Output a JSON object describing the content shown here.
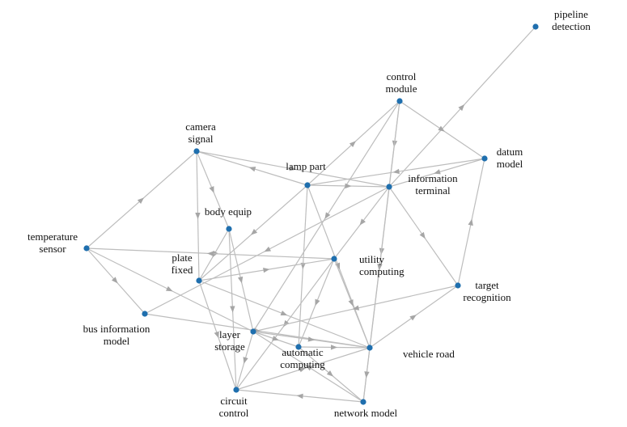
{
  "colors": {
    "node": "#1f6fae",
    "edge": "#bdbdbd",
    "text": "#111111",
    "background": "#ffffff"
  },
  "nodes": [
    {
      "id": "pipeline-detection",
      "label": [
        "pipeline",
        "detection"
      ]
    },
    {
      "id": "control-module",
      "label": [
        "control",
        "module"
      ]
    },
    {
      "id": "camera-signal",
      "label": [
        "camera",
        "signal"
      ]
    },
    {
      "id": "datum-model",
      "label": [
        "datum",
        "model"
      ]
    },
    {
      "id": "lamp-part",
      "label": [
        "lamp part"
      ]
    },
    {
      "id": "information-terminal",
      "label": [
        "information",
        "terminal"
      ]
    },
    {
      "id": "body-equip",
      "label": [
        "body equip"
      ]
    },
    {
      "id": "temperature-sensor",
      "label": [
        "temperature",
        "sensor"
      ]
    },
    {
      "id": "utility-computing",
      "label": [
        "utility",
        "computing"
      ]
    },
    {
      "id": "plate-fixed",
      "label": [
        "plate",
        "fixed"
      ]
    },
    {
      "id": "target-recognition",
      "label": [
        "target",
        "recognition"
      ]
    },
    {
      "id": "bus-information-model",
      "label": [
        "bus information",
        "model"
      ]
    },
    {
      "id": "layer-storage",
      "label": [
        "layer",
        "storage"
      ]
    },
    {
      "id": "automatic-computing",
      "label": [
        "automatic",
        "computing"
      ]
    },
    {
      "id": "vehicle-road",
      "label": [
        "vehicle road"
      ]
    },
    {
      "id": "circuit-control",
      "label": [
        "circuit",
        "control"
      ]
    },
    {
      "id": "network-model",
      "label": [
        "network model"
      ]
    }
  ],
  "edges": [
    [
      "information-terminal",
      "pipeline-detection"
    ],
    [
      "lamp-part",
      "control-module"
    ],
    [
      "control-module",
      "information-terminal"
    ],
    [
      "control-module",
      "datum-model"
    ],
    [
      "control-module",
      "network-model"
    ],
    [
      "control-module",
      "layer-storage"
    ],
    [
      "camera-signal",
      "information-terminal"
    ],
    [
      "lamp-part",
      "camera-signal"
    ],
    [
      "camera-signal",
      "body-equip"
    ],
    [
      "camera-signal",
      "plate-fixed"
    ],
    [
      "temperature-sensor",
      "camera-signal"
    ],
    [
      "lamp-part",
      "information-terminal"
    ],
    [
      "datum-model",
      "lamp-part"
    ],
    [
      "datum-model",
      "information-terminal"
    ],
    [
      "target-recognition",
      "datum-model"
    ],
    [
      "information-terminal",
      "target-recognition"
    ],
    [
      "information-terminal",
      "vehicle-road"
    ],
    [
      "information-terminal",
      "utility-computing"
    ],
    [
      "information-terminal",
      "bus-information-model"
    ],
    [
      "lamp-part",
      "automatic-computing"
    ],
    [
      "lamp-part",
      "vehicle-road"
    ],
    [
      "lamp-part",
      "plate-fixed"
    ],
    [
      "body-equip",
      "plate-fixed"
    ],
    [
      "body-equip",
      "layer-storage"
    ],
    [
      "body-equip",
      "circuit-control"
    ],
    [
      "utility-computing",
      "temperature-sensor"
    ],
    [
      "temperature-sensor",
      "layer-storage"
    ],
    [
      "temperature-sensor",
      "bus-information-model"
    ],
    [
      "plate-fixed",
      "utility-computing"
    ],
    [
      "plate-fixed",
      "vehicle-road"
    ],
    [
      "plate-fixed",
      "circuit-control"
    ],
    [
      "utility-computing",
      "automatic-computing"
    ],
    [
      "utility-computing",
      "vehicle-road"
    ],
    [
      "utility-computing",
      "circuit-control"
    ],
    [
      "target-recognition",
      "layer-storage"
    ],
    [
      "vehicle-road",
      "target-recognition"
    ],
    [
      "bus-information-model",
      "vehicle-road"
    ],
    [
      "layer-storage",
      "vehicle-road"
    ],
    [
      "layer-storage",
      "circuit-control"
    ],
    [
      "layer-storage",
      "automatic-computing"
    ],
    [
      "automatic-computing",
      "vehicle-road"
    ],
    [
      "automatic-computing",
      "network-model"
    ],
    [
      "circuit-control",
      "vehicle-road"
    ],
    [
      "network-model",
      "circuit-control"
    ],
    [
      "vehicle-road",
      "network-model"
    ],
    [
      "network-model",
      "layer-storage"
    ]
  ]
}
